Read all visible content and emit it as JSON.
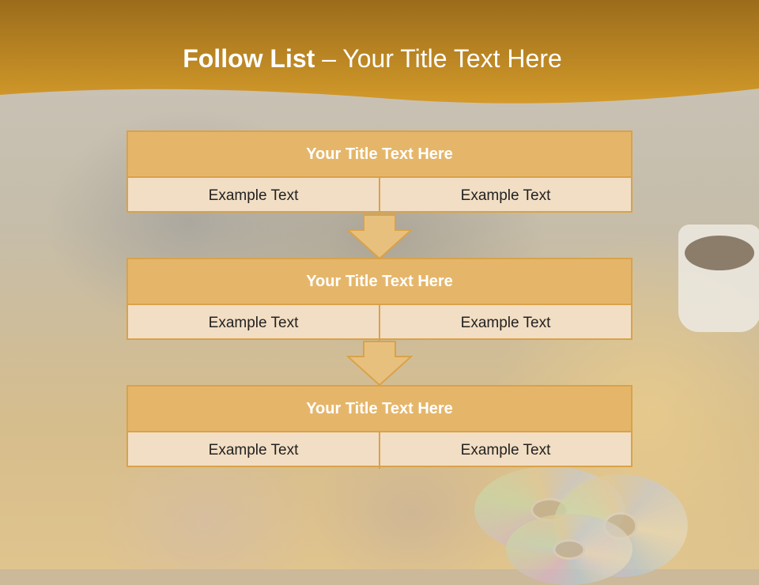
{
  "slide": {
    "title_bold": "Follow List",
    "title_rest": "– Your Title Text Here"
  },
  "boxes": [
    {
      "title": "Your Title Text Here",
      "left": "Example Text",
      "right": "Example Text"
    },
    {
      "title": "Your Title Text Here",
      "left": "Example Text",
      "right": "Example Text"
    },
    {
      "title": "Your Title Text Here",
      "left": "Example Text",
      "right": "Example Text"
    }
  ],
  "colors": {
    "header_dark": "#9b6c1b",
    "header_light": "#d39a2a",
    "box_border": "#d9a24a",
    "box_head": "#e5b66a",
    "box_body": "#f2dec4",
    "arrow_fill": "#e8c07e"
  },
  "icons": [
    "down-arrow-icon"
  ]
}
